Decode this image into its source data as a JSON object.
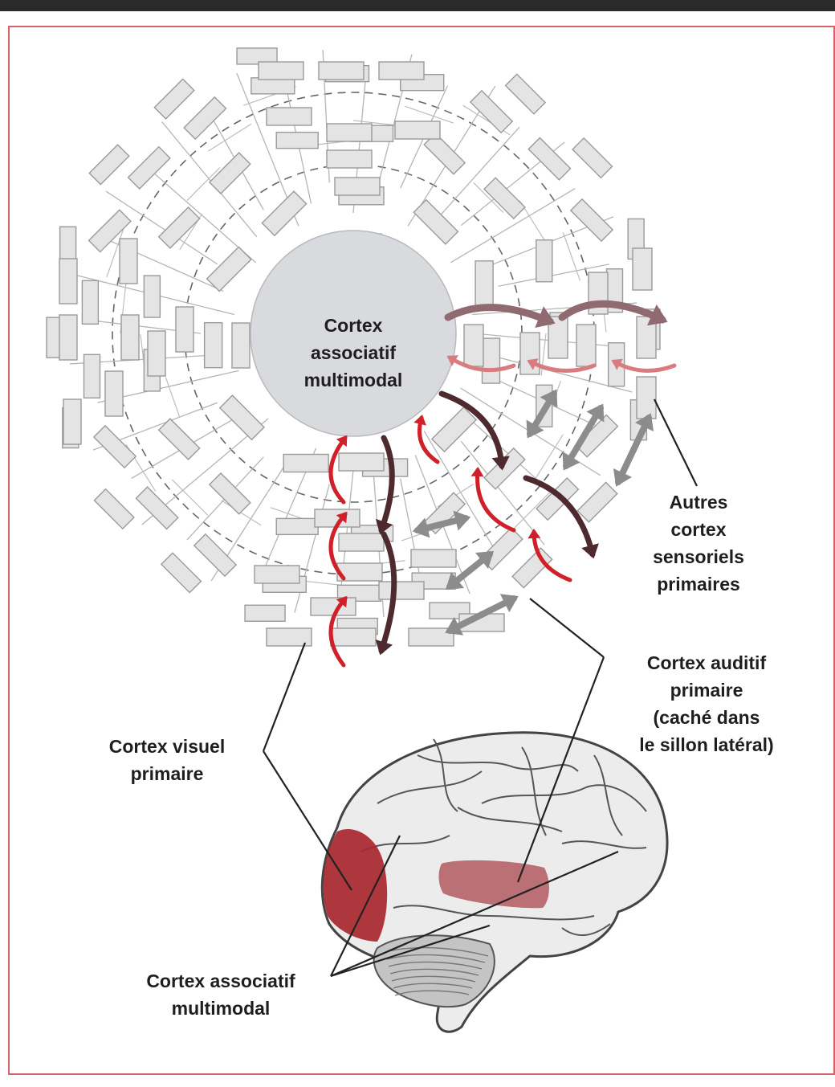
{
  "labels": {
    "center": [
      "Cortex",
      "associatif",
      "multimodal"
    ],
    "autres": [
      "Autres",
      "cortex",
      "sensoriels",
      "primaires"
    ],
    "auditif": [
      "Cortex auditif",
      "primaire",
      "(caché dans",
      "le sillon latéral)"
    ],
    "visuel": [
      "Cortex visuel",
      "primaire"
    ],
    "assoc": [
      "Cortex associatif",
      "multimodal"
    ]
  },
  "colors": {
    "frame": "#d2646a",
    "box_fill": "#e4e4e4",
    "box_stroke": "#9a9a9a",
    "center_disc": "#d9dadd",
    "arrow_red": "#d0202a",
    "arrow_dark": "#4e2a2e",
    "arrow_grey": "#8c8c8c",
    "arrow_pink": "#d97c82",
    "brain_region": "#a8262e"
  },
  "icons": [
    "brain-illustration"
  ]
}
